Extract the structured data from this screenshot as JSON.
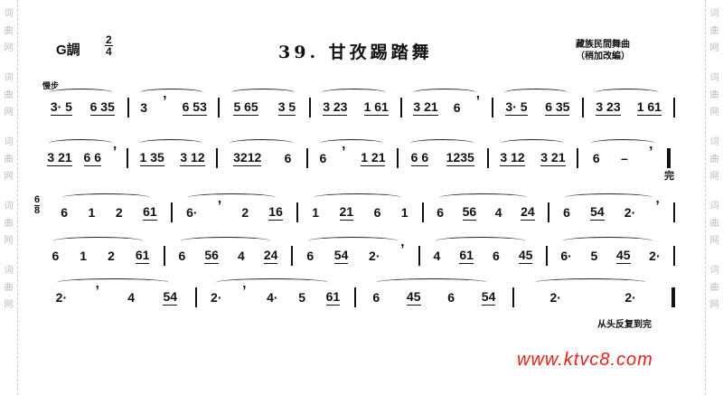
{
  "watermark": "词曲网",
  "header": {
    "key": "G調",
    "meter_num": "2",
    "meter_den": "4",
    "title": "39. 甘孜踢踏舞",
    "source_line1": "藏族民間舞曲",
    "source_line2": "（稍加改編）",
    "tempo": "慢步"
  },
  "score": {
    "lines": [
      [
        [
          "3· 5",
          "6 35"
        ],
        [
          "3",
          "’",
          "6 53"
        ],
        [
          "5 65",
          "3 5"
        ],
        [
          "3 23",
          "1 61"
        ],
        [
          "3 21",
          "6",
          "’"
        ],
        [
          "3· 5",
          "6 35"
        ],
        [
          "3 23",
          "1 61"
        ]
      ],
      [
        [
          "3 21",
          "6 6",
          "’"
        ],
        [
          "1 35",
          "3 12"
        ],
        [
          "3212",
          "6"
        ],
        [
          "6",
          "’",
          "1 21"
        ],
        [
          "6 6",
          "1235"
        ],
        [
          "3 12",
          "3 21"
        ],
        [
          "6",
          "–",
          "’"
        ]
      ],
      [
        [
          "6",
          "1",
          "2",
          "61"
        ],
        [
          "6·",
          "’",
          "2",
          "16"
        ],
        [
          "1",
          "21",
          "6",
          "1"
        ],
        [
          "6",
          "56",
          "4",
          "24"
        ],
        [
          "6",
          "54",
          "2·",
          "’"
        ]
      ],
      [
        [
          "6",
          "1",
          "2",
          "61"
        ],
        [
          "6",
          "56",
          "4",
          "24"
        ],
        [
          "6",
          "54",
          "2·",
          "’"
        ],
        [
          "4",
          "61",
          "6",
          "45"
        ],
        [
          "6·",
          "5",
          "45",
          "2·"
        ]
      ],
      [
        [
          "2·",
          "’",
          "4",
          "54"
        ],
        [
          "2·",
          "’",
          "4·",
          "5",
          "61"
        ],
        [
          "6",
          "45",
          "6",
          "54"
        ],
        [
          "2·",
          "2·"
        ]
      ]
    ],
    "meter2_num": "6",
    "meter2_den": "8",
    "fine": "完",
    "da_capo": "从头反复到完"
  },
  "footer": {
    "site": "www.ktvc8.com"
  }
}
